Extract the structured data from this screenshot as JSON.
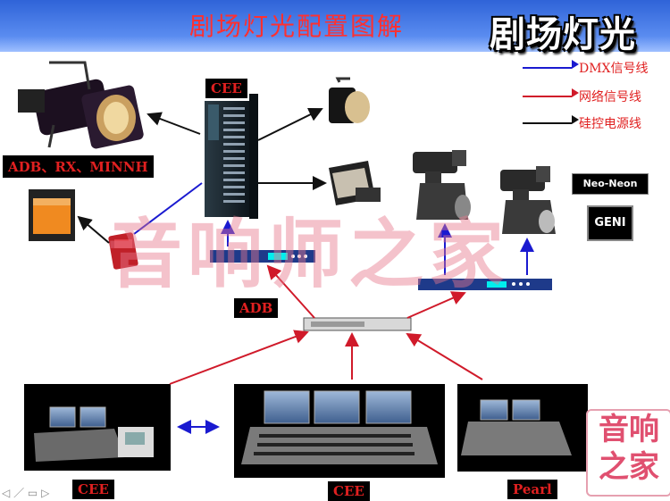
{
  "title": "剧场灯光配置图解",
  "badge": "剧场灯光",
  "legend": [
    {
      "label": "DMX信号线",
      "color": "#1a1ad0"
    },
    {
      "label": "网络信号线",
      "color": "#d01a2a"
    },
    {
      "label": "硅控电源线",
      "color": "#111111"
    }
  ],
  "labels": {
    "cee_top": "CEE",
    "fixtures": "ADB、RX、MINNH",
    "adb": "ADB",
    "cee_left": "CEE",
    "cee_center": "CEE",
    "pearl": "Pearl"
  },
  "brands": {
    "neo_neon": "Neo-Neon",
    "geni": "GENI"
  },
  "watermark": "音响师之家",
  "corner_logo": [
    "音响",
    "之家"
  ],
  "toolbar_icons": [
    "prev-icon",
    "pen-icon",
    "screen-icon",
    "next-icon"
  ]
}
